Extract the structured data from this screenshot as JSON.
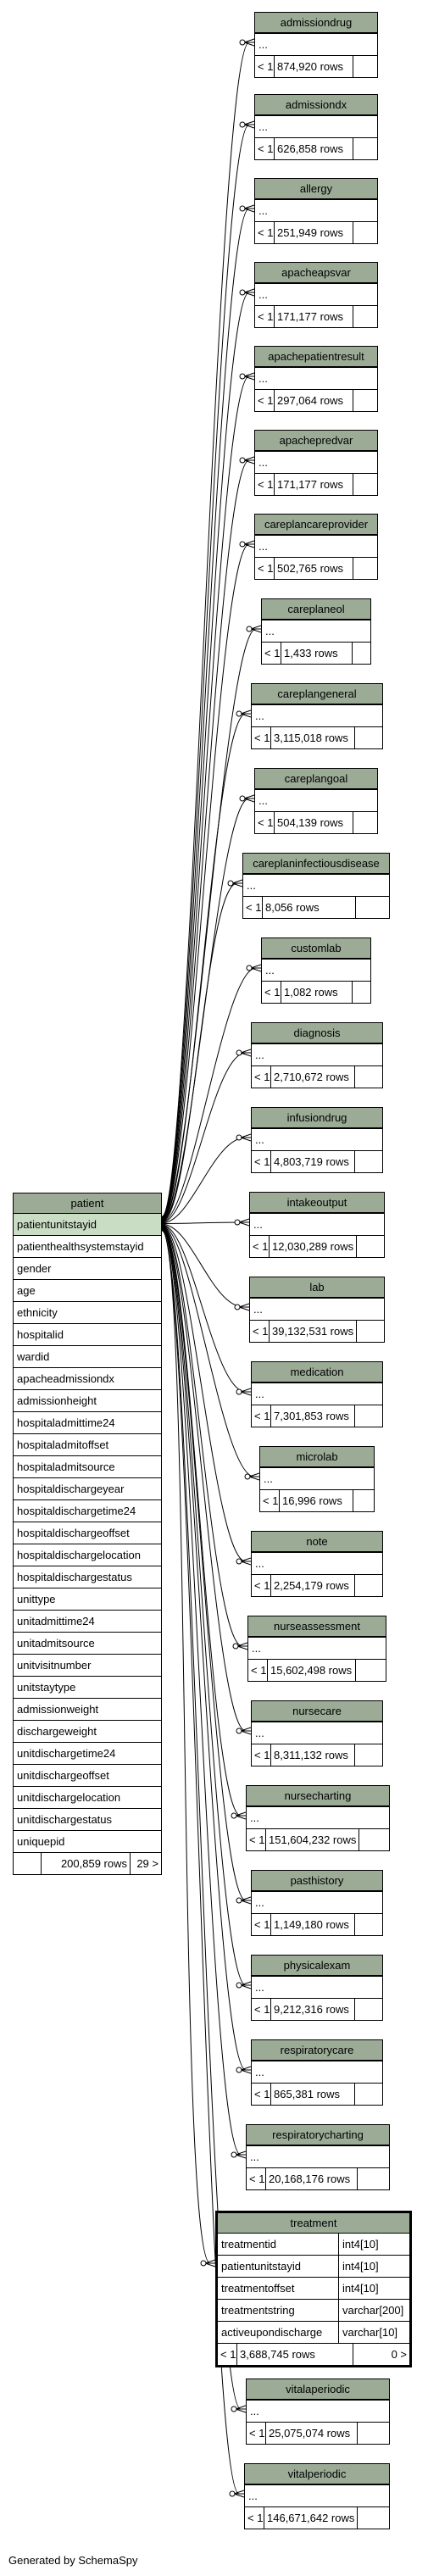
{
  "patient": {
    "name": "patient",
    "columns": [
      "patientunitstayid",
      "patienthealthsystemstayid",
      "gender",
      "age",
      "ethnicity",
      "hospitalid",
      "wardid",
      "apacheadmissiondx",
      "admissionheight",
      "hospitaladmittime24",
      "hospitaladmitoffset",
      "hospitaladmitsource",
      "hospitaldischargeyear",
      "hospitaldischargetime24",
      "hospitaldischargeoffset",
      "hospitaldischargelocation",
      "hospitaldischargestatus",
      "unittype",
      "unitadmittime24",
      "unitadmitsource",
      "unitvisitnumber",
      "unitstaytype",
      "admissionweight",
      "dischargeweight",
      "unitdischargetime24",
      "unitdischargeoffset",
      "unitdischargelocation",
      "unitdischargestatus",
      "uniquepid"
    ],
    "rows": "200,859 rows",
    "children": "29 >"
  },
  "tables": [
    {
      "name": "admissiondrug",
      "ellipsis": "...",
      "lt": "< 1",
      "rows": "874,920 rows"
    },
    {
      "name": "admissiondx",
      "ellipsis": "...",
      "lt": "< 1",
      "rows": "626,858 rows"
    },
    {
      "name": "allergy",
      "ellipsis": "...",
      "lt": "< 1",
      "rows": "251,949 rows"
    },
    {
      "name": "apacheapsvar",
      "ellipsis": "...",
      "lt": "< 1",
      "rows": "171,177 rows"
    },
    {
      "name": "apachepatientresult",
      "ellipsis": "...",
      "lt": "< 1",
      "rows": "297,064 rows"
    },
    {
      "name": "apachepredvar",
      "ellipsis": "...",
      "lt": "< 1",
      "rows": "171,177 rows"
    },
    {
      "name": "careplancareprovider",
      "ellipsis": "...",
      "lt": "< 1",
      "rows": "502,765 rows"
    },
    {
      "name": "careplaneol",
      "ellipsis": "...",
      "lt": "< 1",
      "rows": "1,433 rows"
    },
    {
      "name": "careplangeneral",
      "ellipsis": "...",
      "lt": "< 1",
      "rows": "3,115,018 rows"
    },
    {
      "name": "careplangoal",
      "ellipsis": "...",
      "lt": "< 1",
      "rows": "504,139 rows"
    },
    {
      "name": "careplaninfectiousdisease",
      "ellipsis": "...",
      "lt": "< 1",
      "rows": "8,056 rows"
    },
    {
      "name": "customlab",
      "ellipsis": "...",
      "lt": "< 1",
      "rows": "1,082 rows"
    },
    {
      "name": "diagnosis",
      "ellipsis": "...",
      "lt": "< 1",
      "rows": "2,710,672 rows"
    },
    {
      "name": "infusiondrug",
      "ellipsis": "...",
      "lt": "< 1",
      "rows": "4,803,719 rows"
    },
    {
      "name": "intakeoutput",
      "ellipsis": "...",
      "lt": "< 1",
      "rows": "12,030,289 rows"
    },
    {
      "name": "lab",
      "ellipsis": "...",
      "lt": "< 1",
      "rows": "39,132,531 rows"
    },
    {
      "name": "medication",
      "ellipsis": "...",
      "lt": "< 1",
      "rows": "7,301,853 rows"
    },
    {
      "name": "microlab",
      "ellipsis": "...",
      "lt": "< 1",
      "rows": "16,996 rows"
    },
    {
      "name": "note",
      "ellipsis": "...",
      "lt": "< 1",
      "rows": "2,254,179 rows"
    },
    {
      "name": "nurseassessment",
      "ellipsis": "...",
      "lt": "< 1",
      "rows": "15,602,498 rows"
    },
    {
      "name": "nursecare",
      "ellipsis": "...",
      "lt": "< 1",
      "rows": "8,311,132 rows"
    },
    {
      "name": "nursecharting",
      "ellipsis": "...",
      "lt": "< 1",
      "rows": "151,604,232 rows"
    },
    {
      "name": "pasthistory",
      "ellipsis": "...",
      "lt": "< 1",
      "rows": "1,149,180 rows"
    },
    {
      "name": "physicalexam",
      "ellipsis": "...",
      "lt": "< 1",
      "rows": "9,212,316 rows"
    },
    {
      "name": "respiratorycare",
      "ellipsis": "...",
      "lt": "< 1",
      "rows": "865,381 rows"
    },
    {
      "name": "respiratorycharting",
      "ellipsis": "...",
      "lt": "< 1",
      "rows": "20,168,176 rows"
    },
    {
      "name": "vitalaperiodic",
      "ellipsis": "...",
      "lt": "< 1",
      "rows": "25,075,074 rows"
    },
    {
      "name": "vitalperiodic",
      "ellipsis": "...",
      "lt": "< 1",
      "rows": "146,671,642 rows"
    }
  ],
  "treatment": {
    "name": "treatment",
    "columns": [
      {
        "name": "treatmentid",
        "type": "int4[10]"
      },
      {
        "name": "patientunitstayid",
        "type": "int4[10]"
      },
      {
        "name": "treatmentoffset",
        "type": "int4[10]"
      },
      {
        "name": "treatmentstring",
        "type": "varchar[200]"
      },
      {
        "name": "activeupondischarge",
        "type": "varchar[10]"
      }
    ],
    "lt": "< 1",
    "rows": "3,688,745 rows",
    "children": "0 >"
  },
  "credit": "Generated by SchemaSpy",
  "colors": {
    "header": "#9bab96",
    "selected_row": "#c9dcc4",
    "border": "#000000",
    "background": "#ffffff"
  }
}
